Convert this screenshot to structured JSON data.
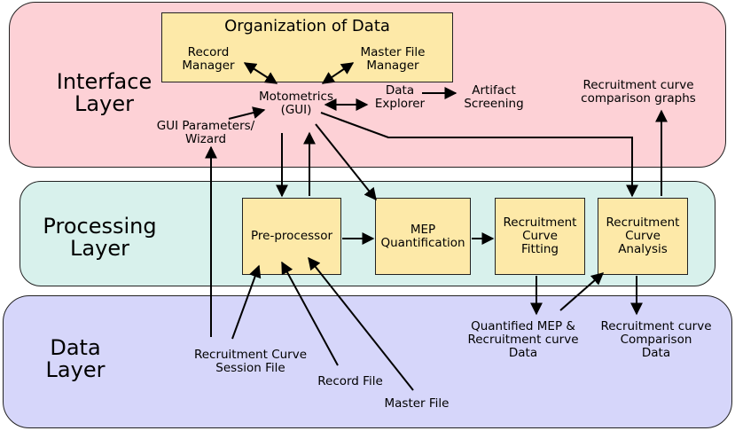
{
  "layers": {
    "interface": "Interface\nLayer",
    "processing": "Processing\nLayer",
    "data": "Data\nLayer"
  },
  "organization": {
    "title": "Organization of Data",
    "record_manager": "Record\nManager",
    "master_file_manager": "Master File\nManager"
  },
  "interface": {
    "motometrics": "Motometrics\n(GUI)",
    "data_explorer": "Data\nExplorer",
    "artifact_screening": "Artifact\nScreening",
    "gui_parameters": "GUI Parameters/\nWizard",
    "comparison_graphs": "Recruitment curve\ncomparison graphs"
  },
  "processing": {
    "preprocessor": "Pre-processor",
    "mep_quantification": "MEP\nQuantification",
    "curve_fitting": "Recruitment\nCurve\nFitting",
    "curve_analysis": "Recruitment\nCurve\nAnalysis"
  },
  "data": {
    "session_file": "Recruitment Curve\nSession File",
    "record_file": "Record File",
    "master_file": "Master File",
    "quantified_mep": "Quantified MEP &\nRecruitment curve\nData",
    "comparison_data": "Recruitment curve\nComparison\nData"
  }
}
